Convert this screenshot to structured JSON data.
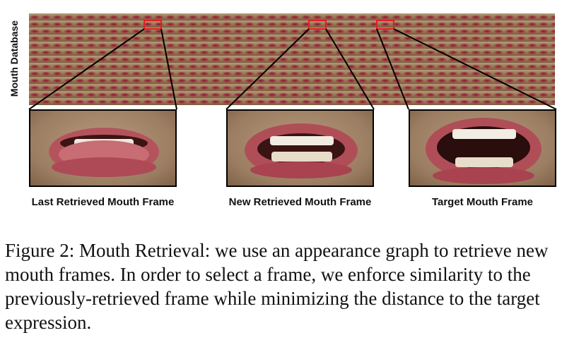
{
  "figure": {
    "database_label": "Mouth Database",
    "panels": [
      {
        "label": "Last Retrieved Mouth Frame",
        "state": "open-tongue"
      },
      {
        "label": "New Retrieved Mouth Frame",
        "state": "teeth-visible"
      },
      {
        "label": "Target Mouth Frame",
        "state": "wide-open"
      }
    ],
    "highlight_color": "#e02020"
  },
  "caption": {
    "text": "Figure 2: Mouth Retrieval: we use an appearance graph to retrieve new mouth frames. In order to select a frame, we enforce similarity to the previously-retrieved frame while minimizing the distance to the target expression."
  }
}
